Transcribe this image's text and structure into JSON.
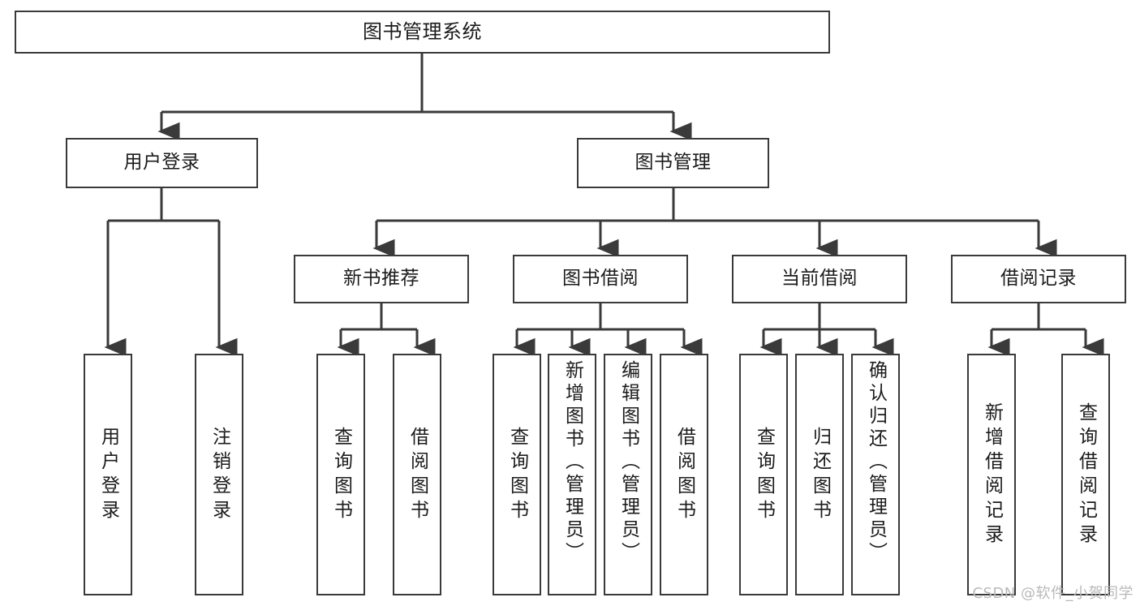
{
  "diagram": {
    "title": "图书管理系统",
    "watermark": "CSDN @软件_小贺同学",
    "nodes": {
      "root": "图书管理系统",
      "user_login": "用户登录",
      "book_manage": "图书管理",
      "new_book_rec": "新书推荐",
      "book_borrow": "图书借阅",
      "current_borrow": "当前借阅",
      "borrow_record": "借阅记录",
      "login_leaf": "用户登录",
      "logout_leaf": "注销登录",
      "query_book_1": "查询图书",
      "borrow_book_1": "借阅图书",
      "query_book_2": "查询图书",
      "add_book_admin": "新增图书（管理员）",
      "edit_book_admin": "编辑图书（管理员）",
      "borrow_book_2": "借阅图书",
      "query_book_3": "查询图书",
      "return_book": "归还图书",
      "confirm_return_admin": "确认归还（管理员）",
      "add_record": "新增借阅记录",
      "query_record": "查询借阅记录"
    },
    "colors": {
      "stroke": "#3a3a3a",
      "text": "#1b1b1b",
      "background": "#ffffff",
      "watermark": "#b9b9b9"
    }
  }
}
